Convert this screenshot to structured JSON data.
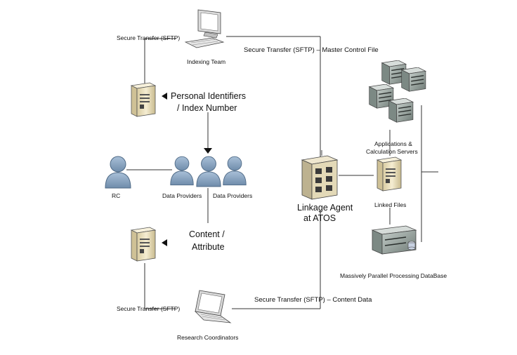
{
  "labels": {
    "secure_transfer_top": "Secure Transfer (SFTP)",
    "indexing_team": "Indexing Team",
    "master_control": "Secure Transfer (SFTP) – Master Control File",
    "personal_identifiers_line1": "Personal Identifiers",
    "personal_identifiers_line2": "/ Index Number",
    "rc": "RC",
    "data_providers_a": "Data Providers",
    "data_providers_b": "Data Providers",
    "linkage_agent_line1": "Linkage Agent",
    "linkage_agent_line2": "at ATOS",
    "app_servers_line1": "Applications &",
    "app_servers_line2": "Calculation Servers",
    "linked_files": "Linked Files",
    "content_line1": "Content /",
    "content_line2": "Attribute",
    "mpp_db": "Massively Parallel Processing DataBase",
    "secure_transfer_bottom": "Secure Transfer (SFTP)",
    "content_data": "Secure Transfer (SFTP) – Content Data",
    "research_coordinators": "Research Coordinators"
  },
  "icons": {
    "computer": "desktop-computer-icon",
    "server": "tower-server-icon",
    "person": "person-icon",
    "building": "office-building-icon",
    "rack": "rack-server-icon",
    "laptop": "laptop-icon",
    "database": "database-appliance-icon"
  },
  "colors": {
    "person_fill": "#8da7c2",
    "server_body": "#efe4c0",
    "rack_body": "#9aa7a2",
    "line": "#333333"
  }
}
